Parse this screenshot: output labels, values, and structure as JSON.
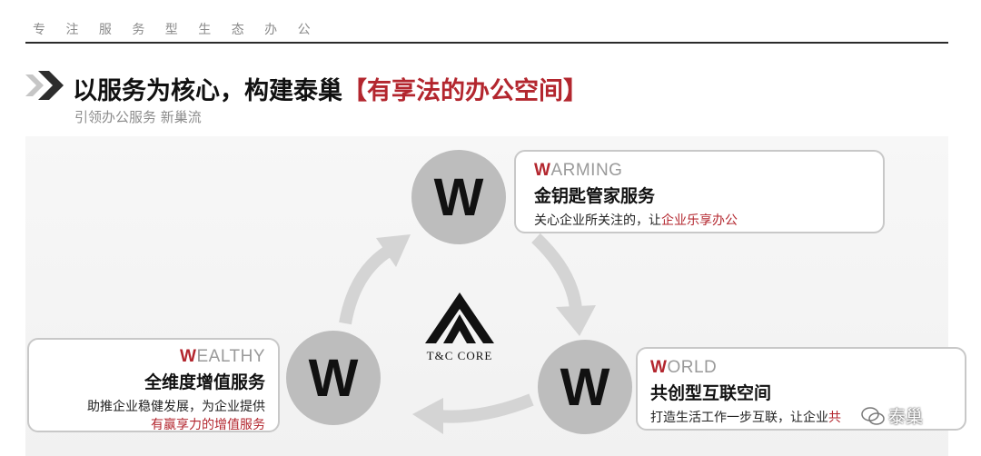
{
  "header": {
    "tagline": "专 注 服 务 型 生 态 办 公",
    "title_main": "以服务为核心，构建泰巢",
    "title_highlight": "【有享法的办公空间】",
    "subtitle": "引领办公服务 新巢流"
  },
  "nodes": {
    "top": {
      "letter": "W"
    },
    "left": {
      "letter": "W"
    },
    "right": {
      "letter": "W"
    }
  },
  "core": {
    "label": "T&C CORE"
  },
  "cards": {
    "warming": {
      "head_initial": "W",
      "head_rest": "ARMING",
      "name": "金钥匙管家服务",
      "desc_plain": "关心企业所关注的，让",
      "desc_red": "企业乐享办公"
    },
    "wealthy": {
      "head_initial": "W",
      "head_rest": "EALTHY",
      "name": "全维度增值服务",
      "desc_line1": "助推企业稳健发展，为企业提供",
      "desc_red": "有赢享力的增值服务"
    },
    "world": {
      "head_initial": "W",
      "head_rest": "ORLD",
      "name": "共创型互联空间",
      "desc_plain": "打造生活工作一步互联，让企业",
      "desc_red": "共"
    }
  },
  "watermark": {
    "text": "泰巢",
    "icon": "wechat-icon"
  },
  "colors": {
    "accent": "#b3262e",
    "circle": "#bdbdbd",
    "arrow": "#d4d4d4"
  }
}
